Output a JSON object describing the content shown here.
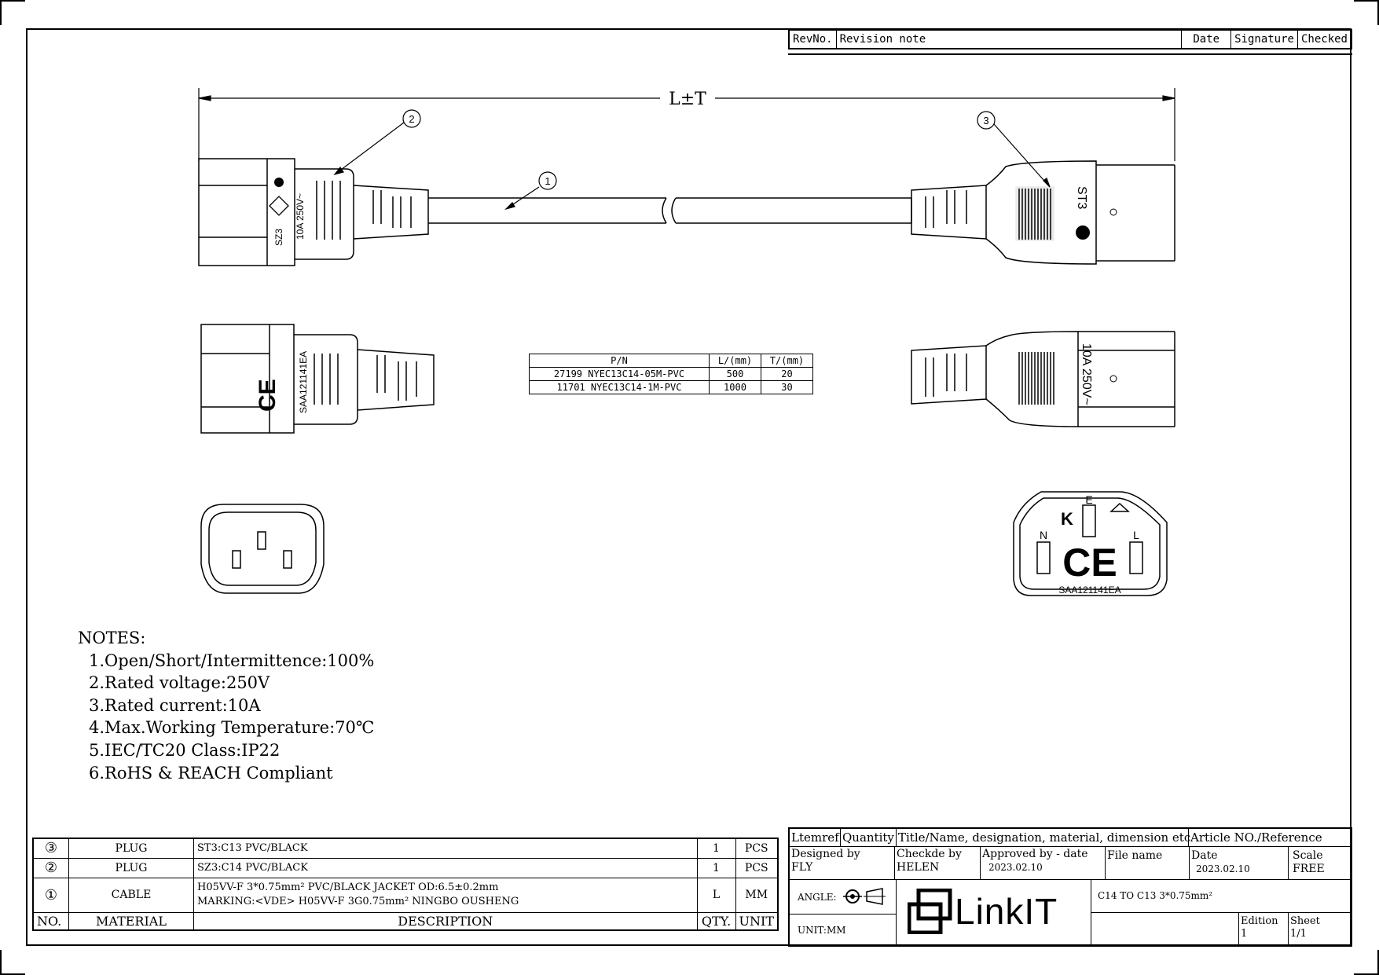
{
  "revision_table": {
    "headers": [
      "RevNo.",
      "Revision note",
      "Date",
      "Signature",
      "Checked"
    ]
  },
  "dimension": {
    "label": "L±T"
  },
  "balloons": [
    "①",
    "②",
    "③"
  ],
  "plug_marks": {
    "c14_side": [
      "SZ3",
      "10A 250V~"
    ],
    "c14_front": "SAA121141EA",
    "c13_side": "ST3",
    "c13_front": "10A 250V~",
    "face_saa": "SAA121141EA",
    "face_letters": {
      "e": "E",
      "n": "N",
      "l": "L"
    }
  },
  "pn_table": {
    "headers": [
      "P/N",
      "L/(mm)",
      "T/(mm)"
    ],
    "rows": [
      [
        "27199 NYEC13C14-05M-PVC",
        "500",
        "20"
      ],
      [
        "11701 NYEC13C14-1M-PVC",
        "1000",
        "30"
      ]
    ]
  },
  "notes": {
    "title": "NOTES:",
    "items": [
      "1.Open/Short/Intermittence:100%",
      "2.Rated voltage:250V",
      "3.Rated current:10A",
      "4.Max.Working Temperature:70℃",
      "5.IEC/TC20 Class:IP22",
      "6.RoHS & REACH Compliant"
    ]
  },
  "bom": {
    "rows": [
      {
        "no": "③",
        "material": "PLUG",
        "description": "ST3:C13 PVC/BLACK",
        "qty": "1",
        "unit": "PCS"
      },
      {
        "no": "②",
        "material": "PLUG",
        "description": "SZ3:C14 PVC/BLACK",
        "qty": "1",
        "unit": "PCS"
      },
      {
        "no": "①",
        "material": "CABLE",
        "description": "H05VV-F 3*0.75mm² PVC/BLACK JACKET OD:6.5±0.2mm",
        "description2": "MARKING:<VDE> H05VV-F 3G0.75mm² NINGBO OUSHENG",
        "qty": "L",
        "unit": "MM"
      }
    ],
    "header": {
      "no": "NO.",
      "material": "MATERIAL",
      "description": "DESCRIPTION",
      "qty": "QTY.",
      "unit": "UNIT"
    }
  },
  "title_block": {
    "ltemref": "Ltemref",
    "quantity": "Quantity",
    "title_hdr": "Title/Name, designation, material, dimension etc",
    "article_hdr": "Article NO./Reference",
    "designed_by_label": "Designed by",
    "designed_by": "FLY",
    "checked_by_label": "Checkde by",
    "checked_by": "HELEN",
    "approved_label": "Approved by - date",
    "approved_date": "2023.02.10",
    "file_name_label": "File name",
    "date_label": "Date",
    "date": "2023.02.10",
    "scale_label": "Scale",
    "scale": "FREE",
    "angle_label": "ANGLE:",
    "unit_label": "UNIT:MM",
    "logo": "LinkIT",
    "file_name": "C14 TO C13 3*0.75mm²",
    "edition_label": "Edition",
    "edition": "1",
    "sheet_label": "Sheet",
    "sheet": "1/1"
  }
}
